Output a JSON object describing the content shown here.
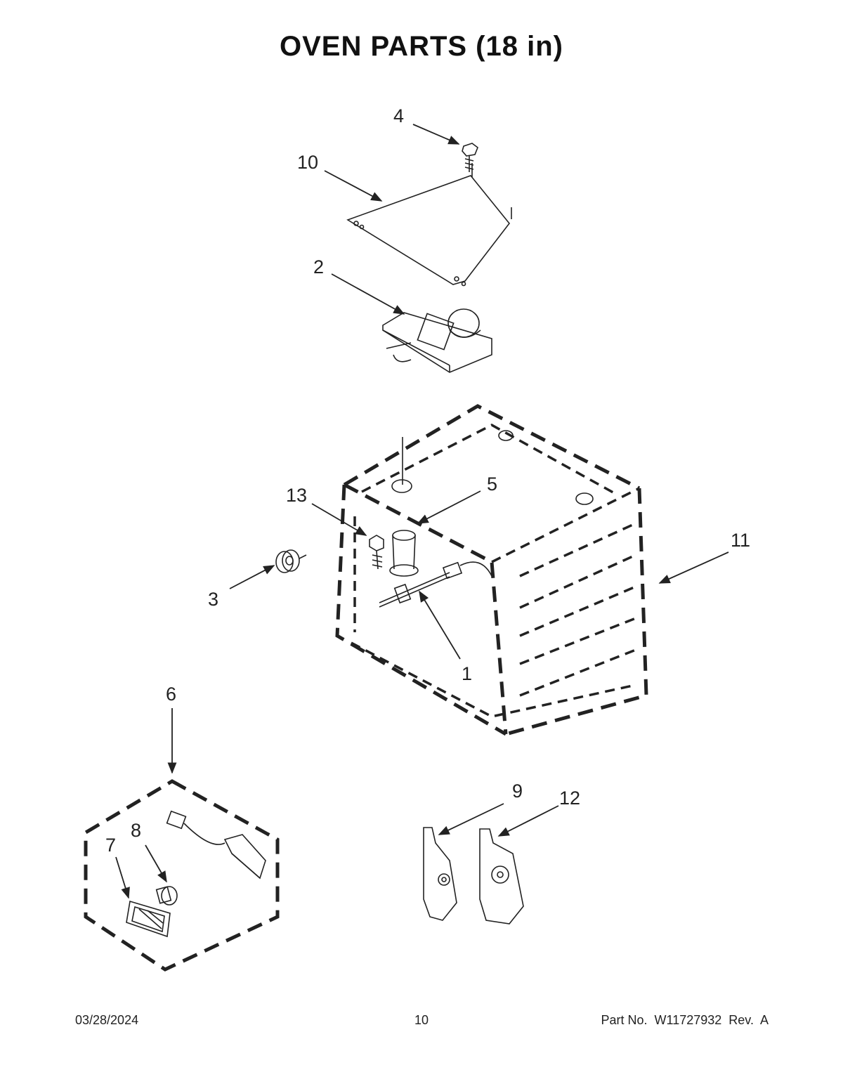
{
  "title": "OVEN PARTS (18 in)",
  "callouts": [
    "4",
    "10",
    "2",
    "13",
    "5",
    "11",
    "3",
    "1",
    "6",
    "8",
    "7",
    "9",
    "12"
  ],
  "footer": {
    "date": "03/28/2024",
    "page": "10",
    "part": "Part No.  W11727932  Rev.  A"
  }
}
